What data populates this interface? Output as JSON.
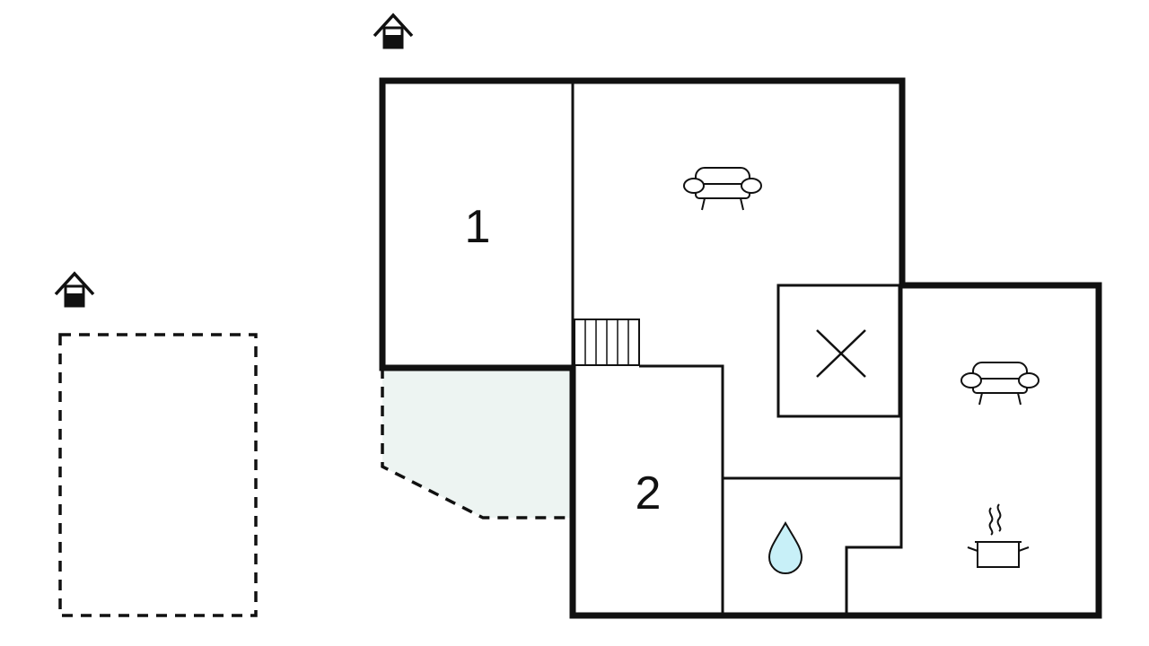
{
  "floor_plan": {
    "rooms": [
      {
        "id": "bedroom-1",
        "label": "1"
      },
      {
        "id": "bedroom-2",
        "label": "2"
      }
    ],
    "icons": [
      "house-entry-icon",
      "sofa-icon",
      "empty-space-cross-icon",
      "water-drop-icon",
      "cooking-pot-icon",
      "staircase-icon"
    ],
    "colors": {
      "wall": "#111111",
      "outdoor_area": "#edf4f2",
      "water": "#c8f0f8"
    }
  }
}
